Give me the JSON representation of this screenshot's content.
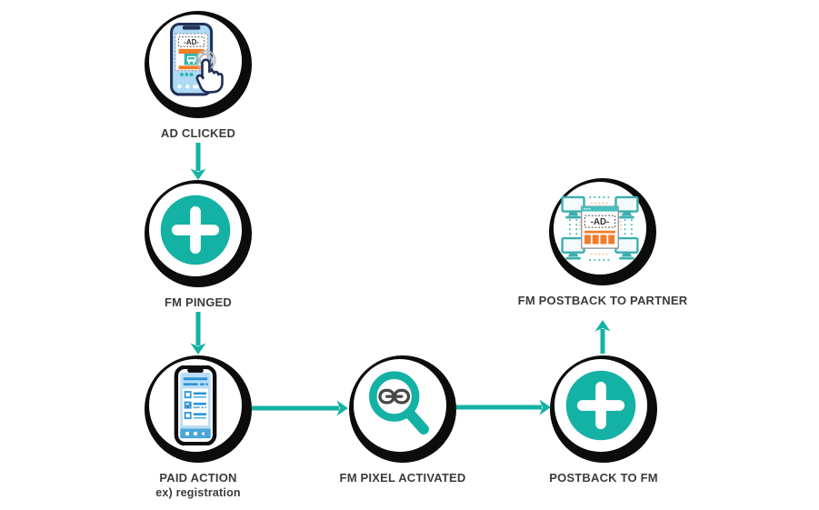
{
  "diagram": {
    "accent_color": "#14b2a4",
    "ring_color": "#0c0c0c",
    "label_color": "#3b3b3b",
    "nodes": [
      {
        "id": "ad-clicked",
        "label": "AD CLICKED",
        "icon": "phone-ad-click-icon",
        "icon_text": "-AD-"
      },
      {
        "id": "fm-pinged",
        "label": "FM PINGED",
        "icon": "plus-icon"
      },
      {
        "id": "paid-action",
        "label": "PAID ACTION",
        "sublabel": "ex) registration",
        "icon": "phone-form-icon"
      },
      {
        "id": "fm-pixel-activated",
        "label": "FM PIXEL ACTIVATED",
        "icon": "magnifier-link-icon"
      },
      {
        "id": "postback-to-fm",
        "label": "POSTBACK TO FM",
        "icon": "plus-icon"
      },
      {
        "id": "fm-postback-to-partner",
        "label": "FM POSTBACK TO PARTNER",
        "icon": "network-computers-icon",
        "icon_text": "-AD-"
      }
    ],
    "edges": [
      {
        "from": "ad-clicked",
        "to": "fm-pinged",
        "direction": "down"
      },
      {
        "from": "fm-pinged",
        "to": "paid-action",
        "direction": "down"
      },
      {
        "from": "paid-action",
        "to": "fm-pixel-activated",
        "direction": "right"
      },
      {
        "from": "fm-pixel-activated",
        "to": "postback-to-fm",
        "direction": "right"
      },
      {
        "from": "postback-to-fm",
        "to": "fm-postback-to-partner",
        "direction": "up"
      }
    ]
  }
}
